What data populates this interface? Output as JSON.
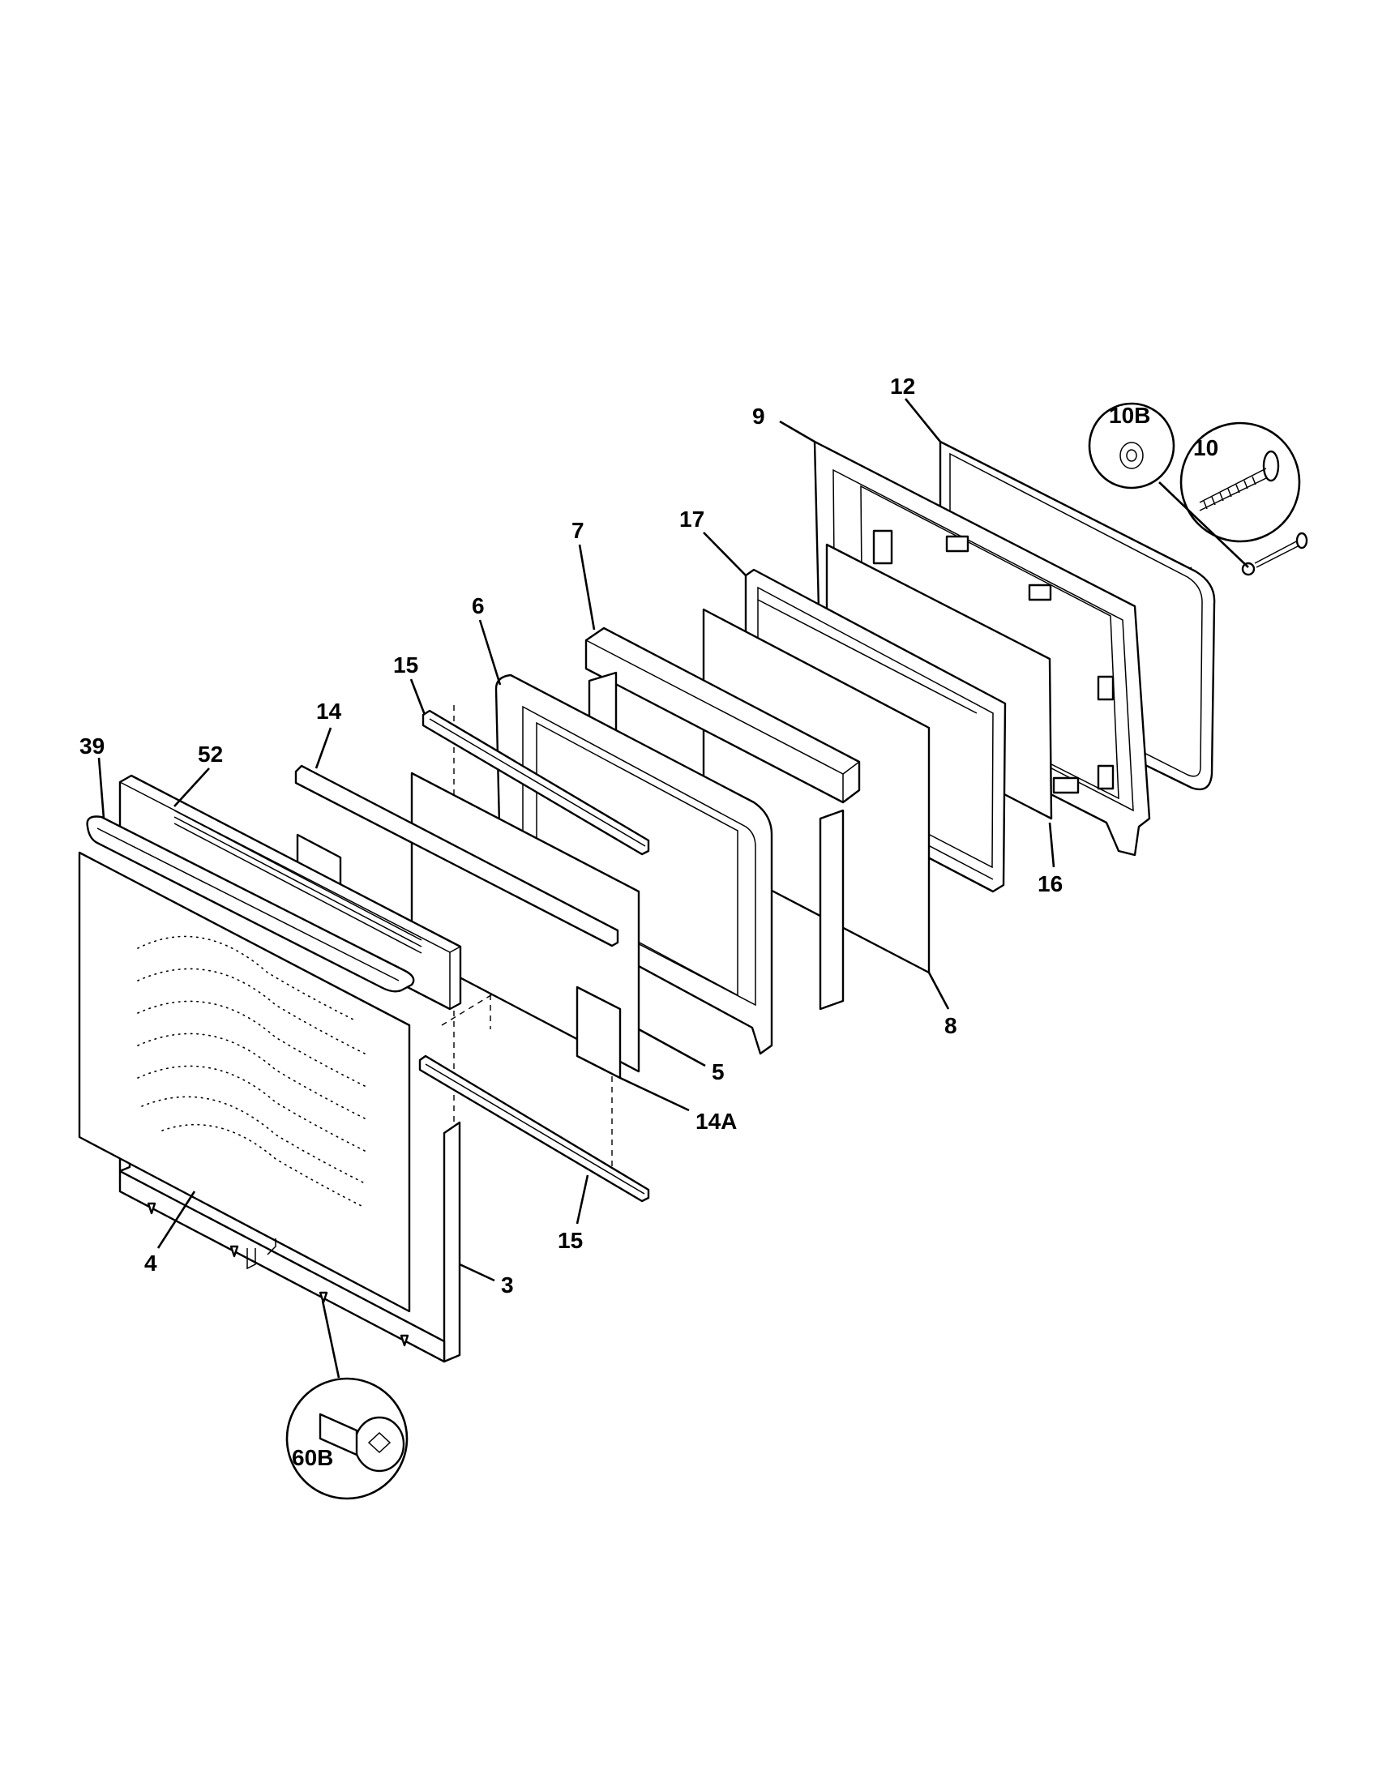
{
  "diagram": {
    "callouts": [
      {
        "id": "39",
        "label": "39"
      },
      {
        "id": "52",
        "label": "52"
      },
      {
        "id": "14",
        "label": "14"
      },
      {
        "id": "15a",
        "label": "15"
      },
      {
        "id": "6",
        "label": "6"
      },
      {
        "id": "7",
        "label": "7"
      },
      {
        "id": "17",
        "label": "17"
      },
      {
        "id": "9",
        "label": "9"
      },
      {
        "id": "12",
        "label": "12"
      },
      {
        "id": "10B",
        "label": "10B"
      },
      {
        "id": "10",
        "label": "10"
      },
      {
        "id": "16",
        "label": "16"
      },
      {
        "id": "8",
        "label": "8"
      },
      {
        "id": "5",
        "label": "5"
      },
      {
        "id": "14A",
        "label": "14A"
      },
      {
        "id": "15b",
        "label": "15"
      },
      {
        "id": "4",
        "label": "4"
      },
      {
        "id": "3",
        "label": "3"
      },
      {
        "id": "60B",
        "label": "60B"
      }
    ]
  }
}
